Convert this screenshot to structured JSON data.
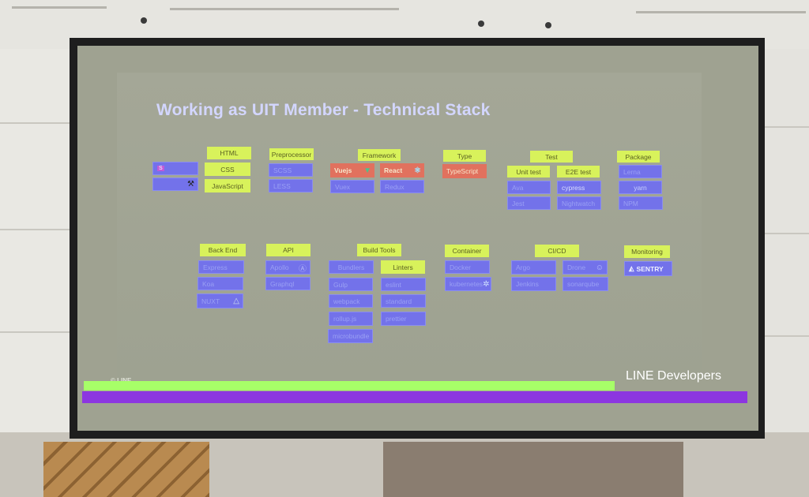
{
  "slide": {
    "title": "Working as UIT Member - Technical Stack",
    "brand": "LINE Developers",
    "footer_mark": "© LINE"
  },
  "colors": {
    "category": "#d8f25b",
    "item": "#7372ea",
    "highlight": "#e1715e",
    "accent_green": "#a7ff68",
    "accent_purple": "#8c36e0"
  },
  "groups": {
    "html": {
      "label": "HTML",
      "items": [
        "CSS",
        "JavaScript"
      ]
    },
    "preprocessor": {
      "label": "Preprocessor",
      "items": [
        "SCSS",
        "LESS"
      ]
    },
    "framework": {
      "label": "Framework",
      "items": [
        "Vuejs",
        "React",
        "Vuex",
        "Redux"
      ]
    },
    "type": {
      "label": "Type",
      "items": [
        "TypeScript"
      ]
    },
    "test": {
      "label": "Test",
      "sub": [
        "Unit test",
        "E2E test"
      ],
      "items": [
        "Ava",
        "Jest",
        "cypress",
        "Nightwatch"
      ]
    },
    "package": {
      "label": "Package",
      "items": [
        "Lerna",
        "yarn",
        "NPM"
      ]
    },
    "backend": {
      "label": "Back End",
      "items": [
        "Express",
        "Koa",
        "NUXT"
      ]
    },
    "api": {
      "label": "API",
      "items": [
        "Apollo",
        "Graphql"
      ]
    },
    "build": {
      "label": "Build Tools",
      "sub": [
        "Bundlers",
        "Linters"
      ],
      "bundlers": [
        "Gulp",
        "webpack",
        "rollup.js",
        "microbundle"
      ],
      "linters": [
        "eslint",
        "standard",
        "prettier"
      ]
    },
    "container": {
      "label": "Container",
      "items": [
        "Docker",
        "kubernetes"
      ]
    },
    "cicd": {
      "label": "CI/CD",
      "items": [
        "Argo",
        "Drone",
        "Jenkins",
        "sonarqube"
      ]
    },
    "monitoring": {
      "label": "Monitoring",
      "items": [
        "SENTRY"
      ]
    }
  }
}
